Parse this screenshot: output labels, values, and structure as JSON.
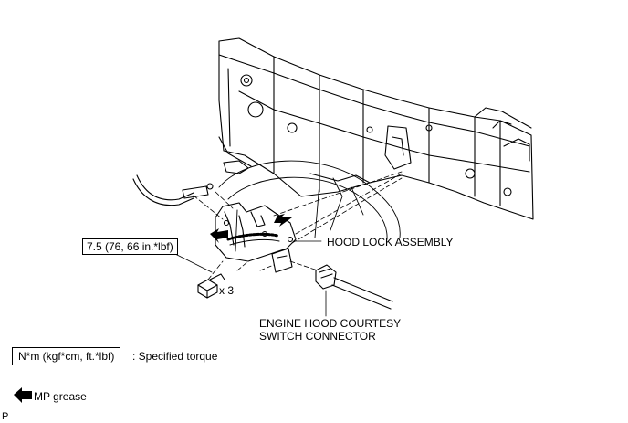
{
  "labels": {
    "torque_value": "7.5 (76, 66 in.*lbf)",
    "bolt_count": "x 3",
    "hood_lock_assembly": "HOOD LOCK ASSEMBLY",
    "courtesy_switch_line1": "ENGINE HOOD COURTESY",
    "courtesy_switch_line2": "SWITCH CONNECTOR"
  },
  "legend": {
    "torque_unit": "N*m (kgf*cm, ft.*lbf)",
    "torque_desc": ": Specified torque",
    "grease_desc": "MP grease"
  },
  "footer": {
    "code": "P"
  },
  "icons": {
    "grease": "black-arrow-icon"
  }
}
